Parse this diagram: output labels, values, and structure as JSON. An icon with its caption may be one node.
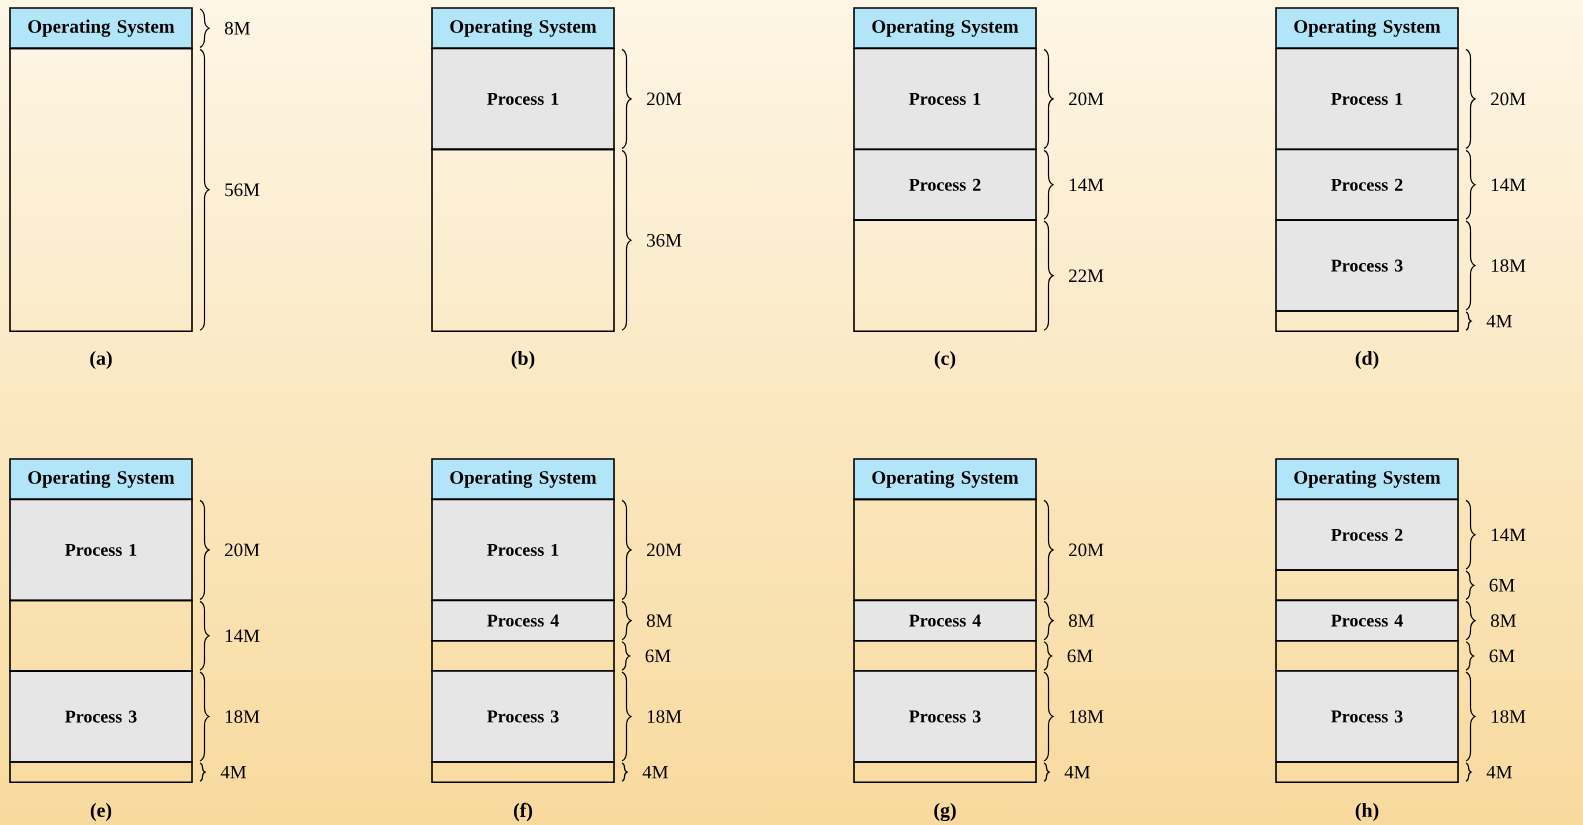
{
  "diagram": {
    "nodes": [
      {
        "text": [
          "Operating System"
        ],
        "beside": [
          "8M"
        ]
      },
      {
        "text": [],
        "shape": "box",
        "beside": [
          "56M"
        ]
      },
      {
        "text": [
          "Operating System"
        ]
      },
      {
        "text": [
          "Process 1"
        ],
        "beside": [
          "20M"
        ]
      },
      {
        "text": [],
        "shape": "box",
        "beside": [
          "36M"
        ]
      },
      {
        "text": [
          "Operating System"
        ]
      },
      {
        "text": [
          "Process 1"
        ],
        "beside": [
          "20M"
        ]
      },
      {
        "text": [
          "Process 2"
        ],
        "beside": [
          "14M"
        ]
      },
      {
        "text": [],
        "shape": "box",
        "beside": [
          "22M"
        ]
      },
      {
        "text": [
          "Operating System"
        ]
      },
      {
        "text": [
          "Process 1"
        ],
        "beside": [
          "20M"
        ]
      },
      {
        "text": [
          "Process 2"
        ],
        "beside": [
          "14M"
        ]
      },
      {
        "text": [
          "Process 3"
        ],
        "beside": [
          "18M"
        ]
      },
      {
        "text": [],
        "shape": "box",
        "beside": [
          "4M"
        ]
      },
      {
        "text": [
          "Operating System"
        ]
      },
      {
        "text": [
          "Process 1"
        ],
        "beside": [
          "20M"
        ]
      },
      {
        "text": [],
        "shape": "box",
        "beside": [
          "14M"
        ]
      },
      {
        "text": [
          "Process 3"
        ],
        "beside": [
          "18M"
        ]
      },
      {
        "text": [],
        "shape": "box",
        "beside": [
          "4M"
        ]
      },
      {
        "text": [
          "Operating System"
        ]
      },
      {
        "text": [
          "Process 1"
        ],
        "beside": [
          "20M"
        ]
      },
      {
        "text": [
          "Process 4"
        ],
        "beside": [
          "8M"
        ]
      },
      {
        "text": [],
        "shape": "box",
        "beside": [
          "6M"
        ]
      },
      {
        "text": [
          "Process 3"
        ],
        "beside": [
          "18M"
        ]
      },
      {
        "text": [],
        "shape": "box",
        "beside": [
          "4M"
        ]
      },
      {
        "text": [
          "Operating System"
        ]
      },
      {
        "text": [],
        "shape": "box",
        "beside": [
          "20M"
        ]
      },
      {
        "text": [
          "Process 4"
        ],
        "beside": [
          "8M"
        ]
      },
      {
        "text": [],
        "shape": "box",
        "beside": [
          "6M"
        ]
      },
      {
        "text": [
          "Process 3"
        ],
        "beside": [
          "18M"
        ]
      },
      {
        "text": [],
        "shape": "box",
        "beside": [
          "4M"
        ]
      },
      {
        "text": [
          "Operating System"
        ]
      },
      {
        "text": [
          "Process 2"
        ],
        "beside": [
          "14M"
        ]
      },
      {
        "text": [],
        "shape": "box",
        "beside": [
          "6M"
        ]
      },
      {
        "text": [
          "Process 4"
        ],
        "beside": [
          "8M"
        ]
      },
      {
        "text": [],
        "shape": "box",
        "beside": [
          "6M"
        ]
      },
      {
        "text": [
          "Process 3"
        ],
        "beside": [
          "18M"
        ]
      },
      {
        "text": [],
        "shape": "box",
        "beside": [
          "4M"
        ]
      }
    ],
    "labels": [
      "(a)",
      "(b)",
      "(c)",
      "(d)",
      "(e)",
      "(f)",
      "(g)",
      "(h)"
    ]
  }
}
